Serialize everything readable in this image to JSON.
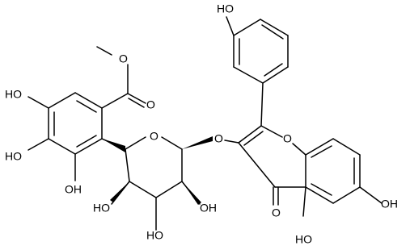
{
  "molecule": {
    "labels": {
      "methoxy_o": "O",
      "carbonyl_o": "O",
      "ho_left_top": "HO",
      "ho_left_mid": "HO",
      "oh_left_bottom": "OH",
      "ring_o_sugar": "O",
      "glycosidic_o": "O",
      "ho_sugar_left": "HO",
      "oh_sugar_right": "OH",
      "ho_sugar_bottom": "HO",
      "ho_phenol_top": "HO",
      "ring_o_chromone": "O",
      "ketone_o": "O",
      "oh_right": "OH",
      "ho_bottom": "HO"
    },
    "colors": {
      "ink": "#000000",
      "background": "#ffffff"
    }
  }
}
